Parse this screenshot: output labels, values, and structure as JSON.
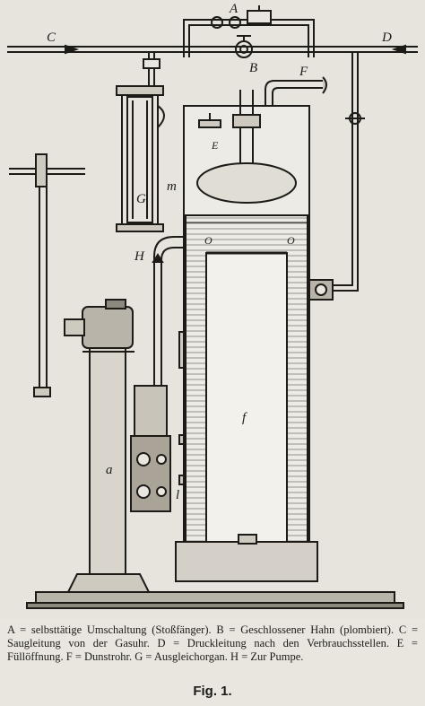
{
  "labels": {
    "A": "A",
    "B": "B",
    "C": "C",
    "D": "D",
    "E": "E",
    "F": "F",
    "G": "G",
    "H": "H",
    "m": "m",
    "O1": "O",
    "O2": "O",
    "a": "a",
    "l": "l",
    "f": "f"
  },
  "caption": "A = selbsttätige Umschaltung (Stoßfänger). B = Geschlossener Hahn (plombiert). C = Saugleitung von der Gasuhr. D = Druckleitung nach den Verbrauchsstellen. E = Füllöffnung. F = Dunstrohr. G = Ausgleichorgan. H = Zur Pumpe.",
  "figure_title": "Fig. 1."
}
